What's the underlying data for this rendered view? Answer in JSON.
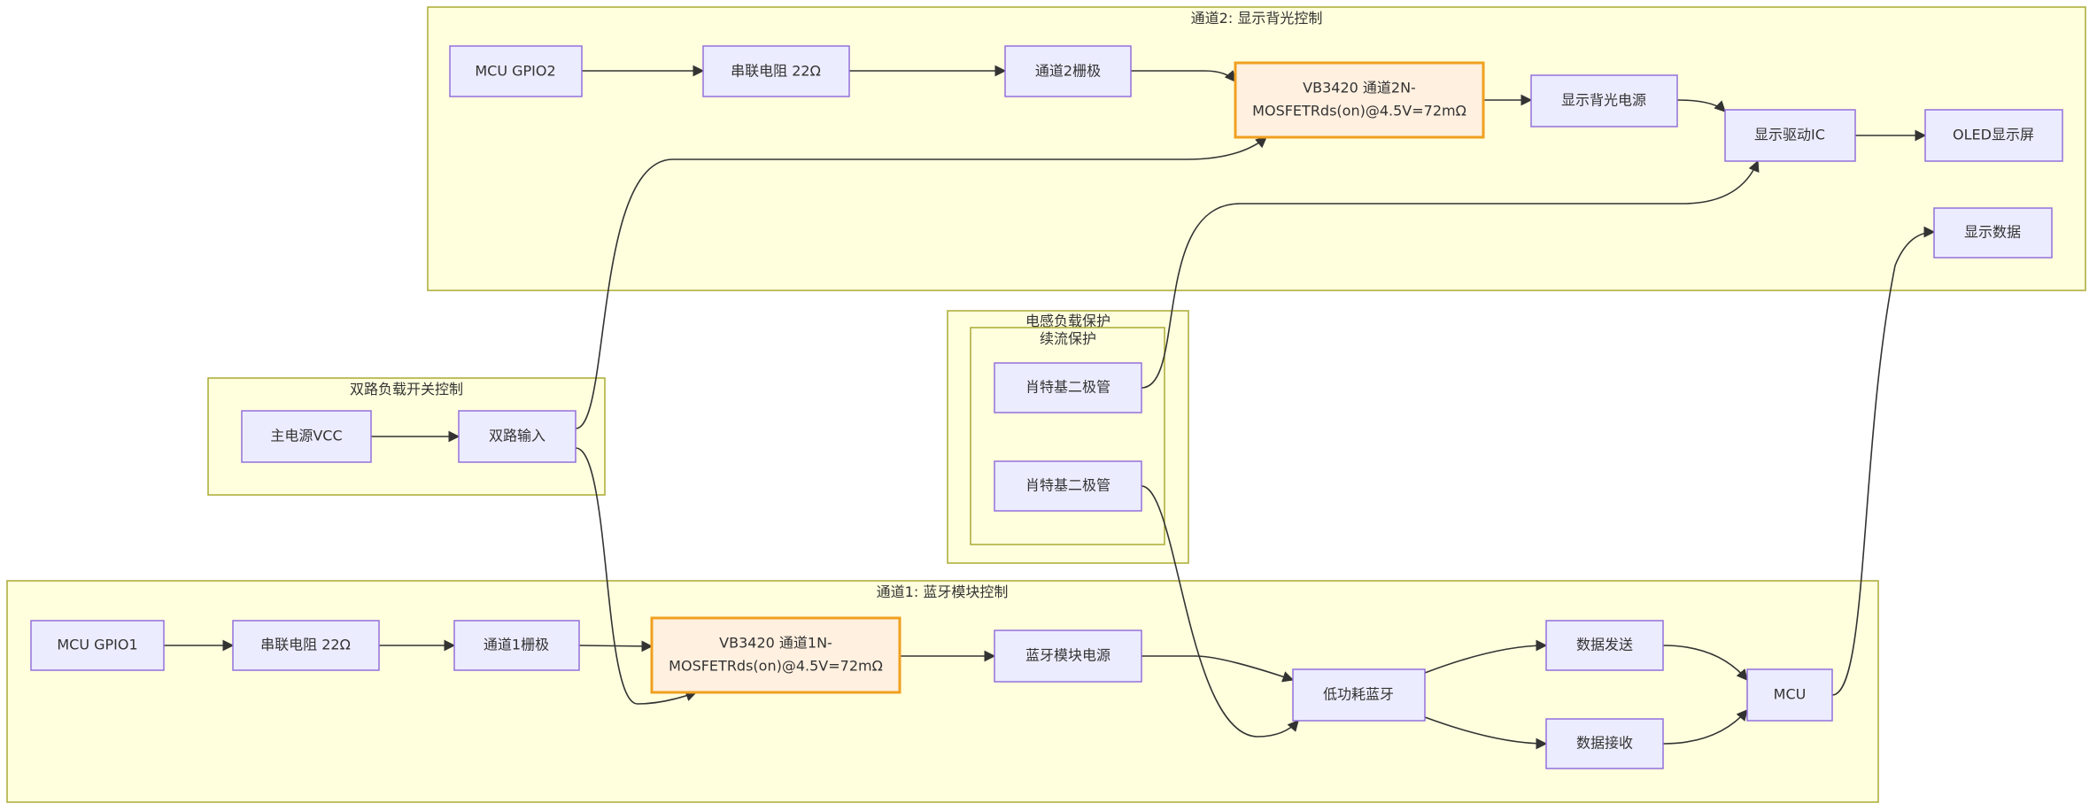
{
  "subgraphs": {
    "ch2": "通道2: 显示背光控制",
    "dual": "双路负载开关控制",
    "inductive": "电感负载保护",
    "freewheel": "续流保护",
    "ch1": "通道1: 蓝牙模块控制"
  },
  "nodes": {
    "mcu_gpio2": "MCU GPIO2",
    "res2": "串联电阻 22Ω",
    "gate2": "通道2栅极",
    "mos2_l1": "VB3420 通道2N-",
    "mos2_l2": "MOSFETRds(on)@4.5V=72mΩ",
    "backlight_power": "显示背光电源",
    "display_ic": "显示驱动IC",
    "oled": "OLED显示屏",
    "display_data": "显示数据",
    "main_vcc": "主电源VCC",
    "dual_input": "双路输入",
    "diode1": "肖特基二极管",
    "diode2": "肖特基二极管",
    "mcu_gpio1": "MCU GPIO1",
    "res1": "串联电阻 22Ω",
    "gate1": "通道1栅极",
    "mos1_l1": "VB3420 通道1N-",
    "mos1_l2": "MOSFETRds(on)@4.5V=72mΩ",
    "bt_power": "蓝牙模块电源",
    "ble": "低功耗蓝牙",
    "data_tx": "数据发送",
    "data_rx": "数据接收",
    "mcu": "MCU"
  },
  "colors": {
    "node_fill": "#ececff",
    "node_stroke": "#9370db",
    "mosfet_fill": "#fff0e0",
    "mosfet_stroke": "#f0a020",
    "subgraph_fill": "#ffffde",
    "subgraph_stroke": "#aaaa33",
    "edge": "#333333"
  }
}
